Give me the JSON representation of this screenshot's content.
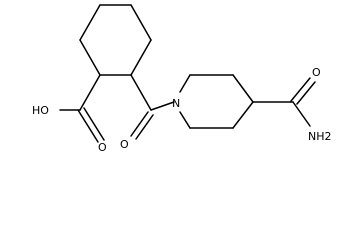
{
  "molecule": {
    "atom_labels": {
      "hydroxyl": "HO",
      "acid_carbonyl_oxygen": "O",
      "amide_carbonyl_oxygen": "O",
      "ring_nitrogen": "N",
      "amide_nitrogen": "NH2"
    }
  }
}
